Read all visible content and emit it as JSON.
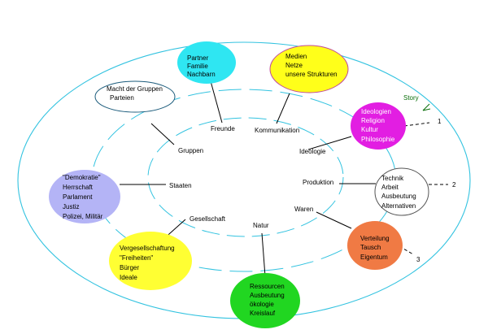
{
  "colors": {
    "ring": "#33c3e0",
    "connector": "#000000",
    "cyan": "#2fe6f2",
    "yellow": "#ffff1a",
    "magenta": "#e21ee2",
    "white": "#ffffff",
    "lavender": "#b4b4f6",
    "yellow_light": "#ffff33",
    "green": "#21d621",
    "orange": "#f07a44",
    "story_green": "#0a6e0a"
  },
  "bubbles": {
    "partner": [
      "Partner",
      "Familie",
      "Nachbarn"
    ],
    "medien": [
      "Medien",
      "Netze",
      "unsere Strukturen"
    ],
    "macht": [
      "Macht der Gruppen",
      "Parteien"
    ],
    "ideologien": [
      "Ideologien",
      "Religion",
      "Kultur",
      "Philosophie"
    ],
    "technik": [
      "Technik",
      "Arbeit",
      "Ausbeutung",
      "Alternativen"
    ],
    "demokratie": [
      "\"Demokratie\"",
      "Herrschaft",
      "Parlament",
      "Justiz",
      "Polizei, Militär"
    ],
    "verteilung": [
      "Verteilung",
      "Tausch",
      "Eigentum"
    ],
    "vergesellschaftung": [
      "Vergesellschaftung",
      "\"Freiheiten\"",
      "Bürger",
      "Ideale"
    ],
    "ressourcen": [
      "Ressourcen",
      "Ausbeutung",
      "ökologie",
      "Kreislauf"
    ]
  },
  "inner_labels": {
    "freunde": "Freunde",
    "kommunikation": "Kommunikation",
    "gruppen": "Gruppen",
    "ideologie": "Ideologie",
    "staaten": "Staaten",
    "produktion": "Produktion",
    "gesellschaft": "Gesellschaft",
    "natur": "Natur",
    "waren": "Waren"
  },
  "story": {
    "label": "Story",
    "marker_1": "1",
    "marker_2": "2",
    "marker_3": "3"
  }
}
